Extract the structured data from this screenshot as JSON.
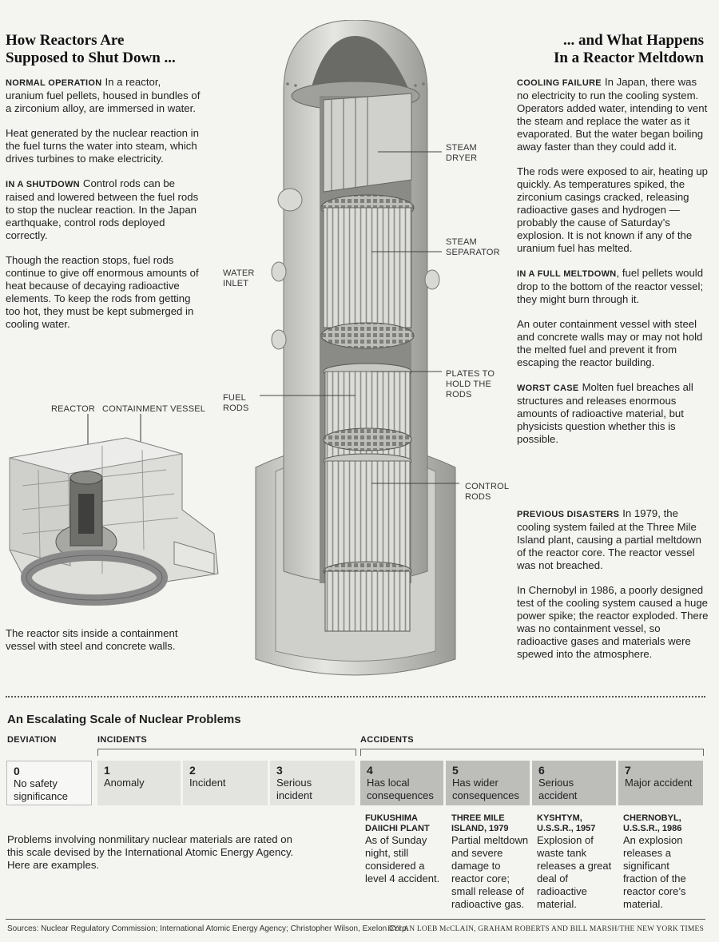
{
  "left": {
    "headline": [
      "How Reactors Are",
      "Supposed to Shut Down ..."
    ],
    "normal_kicker": "NORMAL OPERATION",
    "normal_text": "In a reactor, uranium fuel pellets, housed in bundles of a zirconium alloy, are immersed in water.",
    "heat_text": "Heat generated by the nuclear reaction in the fuel turns the water into steam, which drives turbines to make electricity.",
    "shutdown_kicker": "IN A SHUTDOWN",
    "shutdown_text": "Control rods can be raised and lowered between the fuel rods to stop the nuclear reaction. In the Japan earthquake, control rods deployed correctly.",
    "decay_text": "Though the reaction stops, fuel rods continue to give off enormous amounts of heat because of decaying radioactive elements. To keep the rods from getting too hot, they must be kept submerged in cooling water.",
    "inset_label_reactor": "REACTOR",
    "inset_label_containment": "CONTAINMENT VESSEL",
    "inset_caption": "The reactor sits inside a containment vessel with steel and concrete walls."
  },
  "center": {
    "labels": {
      "steam_dryer": [
        "STEAM",
        "DRYER"
      ],
      "steam_separator": [
        "STEAM",
        "SEPARATOR"
      ],
      "water_inlet": [
        "WATER",
        "INLET"
      ],
      "plates": [
        "PLATES TO",
        "HOLD THE",
        "RODS"
      ],
      "fuel_rods": [
        "FUEL",
        "RODS"
      ],
      "control_rods": [
        "CONTROL",
        "RODS"
      ]
    }
  },
  "right": {
    "headline": [
      "... and What Happens",
      "In a Reactor Meltdown"
    ],
    "cooling_kicker": "COOLING FAILURE",
    "cooling_text": "In Japan, there was no electricity to run the cooling system. Operators added water, intending to vent the steam and replace the water as it evaporated. But the water began boiling away faster than they could add it.",
    "rods_text": "The rods were exposed to air, heating up quickly. As temperatures spiked, the zirconium casings cracked, releasing radioactive gases and hydrogen — probably the cause of Saturday’s explosion. It is not known if any of the uranium fuel has melted.",
    "meltdown_kicker": "IN A FULL MELTDOWN",
    "meltdown_text": ", fuel pellets would drop to the bottom of the reactor vessel; they might burn through it.",
    "outer_text": "An outer containment vessel with steel and concrete walls may or may not hold the melted fuel and prevent it from escaping the reactor building.",
    "worst_kicker": "WORST CASE",
    "worst_text": "Molten fuel breaches all structures and releases enormous amounts of radioactive material, but physicists question whether this is possible.",
    "previous_kicker": "PREVIOUS DISASTERS",
    "previous_text": "In 1979, the cooling system failed at the Three Mile Island plant, causing a partial meltdown of the reactor core. The reactor vessel was not breached.",
    "chernobyl_text": "In Chernobyl in 1986, a poorly designed test of the cooling system caused a huge power spike; the reactor exploded. There was no containment vessel, so radioactive gases and materials were spewed into the atmosphere."
  },
  "scale": {
    "title": "An Escalating Scale of Nuclear Problems",
    "categories": {
      "deviation": "DEVIATION",
      "incidents": "INCIDENTS",
      "accidents": "ACCIDENTS"
    },
    "levels": [
      {
        "num": "0",
        "label": "No safety significance"
      },
      {
        "num": "1",
        "label": "Anomaly"
      },
      {
        "num": "2",
        "label": "Incident"
      },
      {
        "num": "3",
        "label": "Serious incident"
      },
      {
        "num": "4",
        "label": "Has local consequences"
      },
      {
        "num": "5",
        "label": "Has wider consequences"
      },
      {
        "num": "6",
        "label": "Serious accident"
      },
      {
        "num": "7",
        "label": "Major accident"
      }
    ],
    "colors": {
      "level0": "#f7f7f5",
      "incidents": "#e3e3e0",
      "accidents": "#bdbdba"
    },
    "description": "Problems involving nonmilitary nuclear materials are rated on this scale devised by the International Atomic Energy Agency. Here are examples.",
    "examples": [
      {
        "heading": "FUKUSHIMA DAIICHI PLANT",
        "text": "As of Sunday night, still considered a level 4 accident."
      },
      {
        "heading": "THREE MILE ISLAND, 1979",
        "text": "Partial meltdown and severe damage to reactor core; small release of radioactive gas."
      },
      {
        "heading": "KYSHTYM, U.S.S.R., 1957",
        "text": "Explosion of waste tank releases a great deal of radioactive material."
      },
      {
        "heading": "CHERNOBYL, U.S.S.R., 1986",
        "text": "An explosion releases a significant fraction of the reactor core’s material."
      }
    ]
  },
  "footer": {
    "sources": "Sources: Nuclear Regulatory Commission; International Atomic Energy Agency; Christopher Wilson, Exelon Corp.",
    "credit": "DYLAN LOEB McCLAIN, GRAHAM ROBERTS AND BILL MARSH/THE NEW YORK TIMES"
  }
}
